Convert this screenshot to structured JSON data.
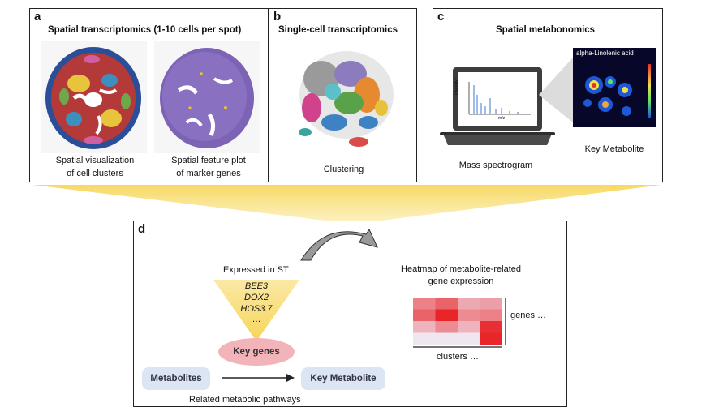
{
  "panel_a": {
    "label": "a",
    "title": "Spatial transcriptomics (1-10 cells per spot)",
    "caption_left_1": "Spatial visualization",
    "caption_left_2": "of cell clusters",
    "caption_right_1": "Spatial feature plot",
    "caption_right_2": "of marker genes"
  },
  "panel_b": {
    "label": "b",
    "title": "Single-cell transcriptomics",
    "caption": "Clustering"
  },
  "panel_c": {
    "label": "c",
    "title": "Spatial metabonomics",
    "laptop_ylabel": "Intensity",
    "laptop_xlabel": "m/z",
    "laptop_caption": "Mass spectrogram",
    "image_title": "alpha-Linolenic acid",
    "image_caption": "Key Metabolite"
  },
  "panel_d": {
    "label": "d",
    "expressed_label": "Expressed in ST",
    "genes": [
      "BEE3",
      "DOX2",
      "HOS3.7",
      "…"
    ],
    "key_genes": "Key genes",
    "metabolites": "Metabolites",
    "key_metabolite": "Key Metabolite",
    "heatmap_title_1": "Heatmap of metabolite-related",
    "heatmap_title_2": "gene expression",
    "heatmap_genes_label": "genes …",
    "heatmap_clusters_label": "clusters …",
    "bottom_cut_text": "Related metabolic pathways"
  },
  "colors": {
    "funnel_yellow": "#f6d65a",
    "key_genes_pink": "#f2b4b8",
    "pill_blue": "#dbe5f3",
    "heat_dark": "#e8262a",
    "heat_light": "#f9c6c8"
  },
  "heatmap_values": [
    [
      0.55,
      0.7,
      0.35,
      0.4
    ],
    [
      0.7,
      1.0,
      0.5,
      0.55
    ],
    [
      0.3,
      0.5,
      0.3,
      0.95
    ],
    [
      0.05,
      0.05,
      0.05,
      1.0
    ]
  ]
}
